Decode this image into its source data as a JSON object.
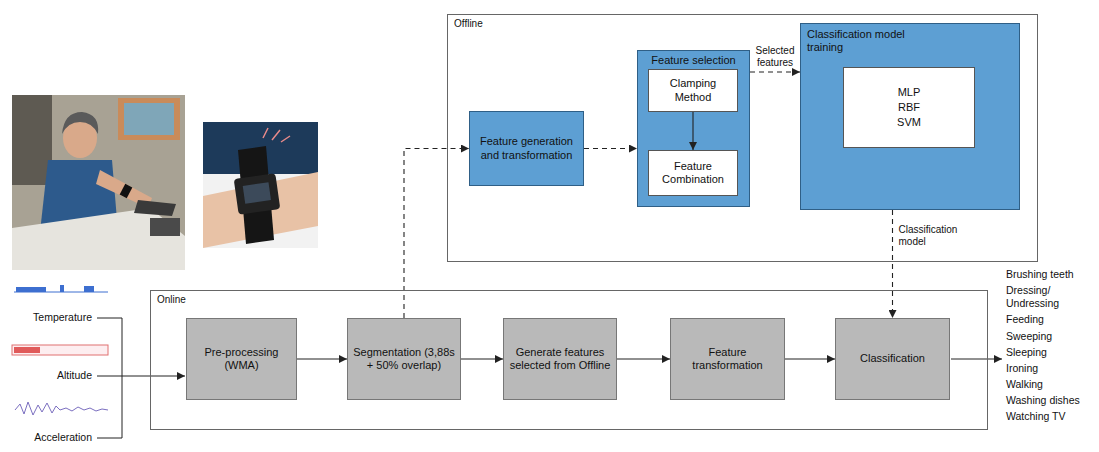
{
  "diagram": {
    "nodes": [
      {
        "text": [
          "Offline"
        ]
      },
      {
        "text": [
          "Feature generation and transformation"
        ],
        "in": 0
      },
      {
        "text": [
          "Feature selection"
        ],
        "in": 0
      },
      {
        "text": [
          "Clamping Method"
        ],
        "in": 2
      },
      {
        "text": [
          "Feature Combination"
        ],
        "in": 2
      },
      {
        "text": [
          "Classification model training"
        ],
        "in": 0
      },
      {
        "text": [
          "MLP RBF SVM"
        ],
        "in": 5
      },
      {
        "text": [
          "Online"
        ]
      },
      {
        "text": [
          "Pre-processing (WMA)"
        ],
        "in": 7
      },
      {
        "text": [
          "Segmentation (3,88s + 50% overlap)"
        ],
        "in": 7
      },
      {
        "text": [
          "Generate features selected from Offline"
        ],
        "in": 7
      },
      {
        "text": [
          "Feature transformation"
        ],
        "in": 7
      },
      {
        "text": [
          "Classification"
        ],
        "in": 7
      }
    ],
    "edges": [
      {
        "from": 9,
        "to": 1,
        "arrow": "to"
      },
      {
        "from": 1,
        "to": 2,
        "arrow": "to"
      },
      {
        "from": 3,
        "to": 4,
        "arrow": "to"
      },
      {
        "from": 2,
        "to": 5,
        "label": "Selected features",
        "arrow": "to"
      },
      {
        "from": 5,
        "to": 12,
        "label": "Classification model",
        "arrow": "to"
      },
      {
        "from": 8,
        "to": 9,
        "arrow": "to"
      },
      {
        "from": 9,
        "to": 10,
        "arrow": "to"
      },
      {
        "from": 10,
        "to": 11,
        "arrow": "to"
      },
      {
        "from": 11,
        "to": 12,
        "arrow": "to"
      }
    ],
    "labels": [
      "Temperature",
      "Altitude",
      "Acceleration",
      "Brushing teeth",
      "Dressing/ Undressing",
      "Feeding",
      "Sweeping",
      "Sleeping",
      "Ironing",
      "Walking",
      "Washing dishes",
      "Watching TV"
    ]
  }
}
